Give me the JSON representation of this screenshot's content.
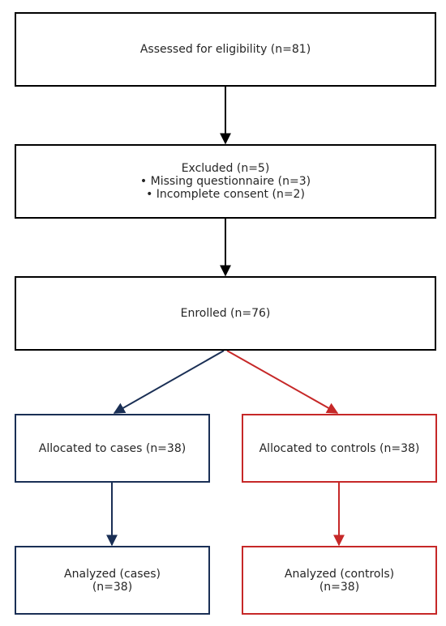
{
  "colors": {
    "neutral": "#000000",
    "cases": "#1a2f55",
    "controls": "#c62828",
    "text": "#262626"
  },
  "boxes": {
    "assessed": {
      "lines": [
        "Assessed for eligibility (n=81)"
      ]
    },
    "excluded": {
      "lines": [
        "Excluded (n=5)",
        "• Missing questionnaire (n=3)",
        "• Incomplete consent (n=2)"
      ]
    },
    "enrolled": {
      "lines": [
        "Enrolled (n=76)"
      ]
    },
    "allocated_cases": {
      "lines": [
        "Allocated to cases (n=38)"
      ]
    },
    "allocated_controls": {
      "lines": [
        "Allocated to controls (n=38)"
      ]
    },
    "analyzed_cases": {
      "lines": [
        "Analyzed (cases)",
        "(n=38)"
      ]
    },
    "analyzed_controls": {
      "lines": [
        "Analyzed (controls)",
        "(n=38)"
      ]
    }
  }
}
